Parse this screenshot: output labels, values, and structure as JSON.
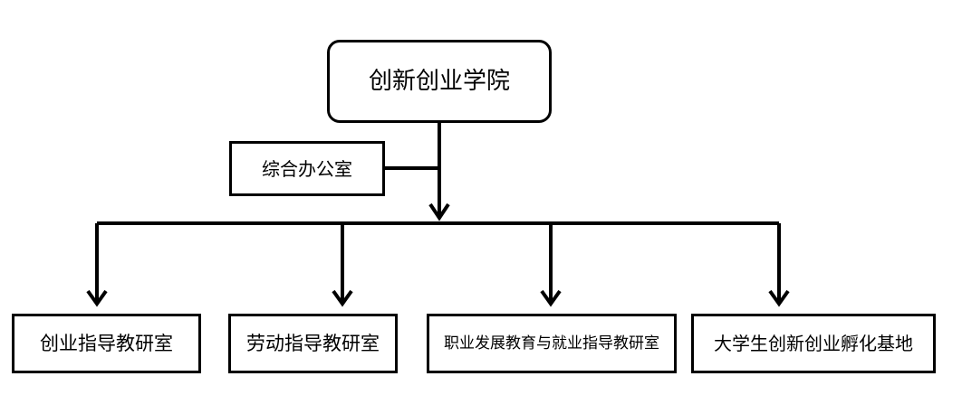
{
  "org_chart": {
    "root": "创新创业学院",
    "side_office": "综合办公室",
    "departments": [
      "创业指导教研室",
      "劳动指导教研室",
      "职业发展教育与就业指导教研室",
      "大学生创新创业孵化基地"
    ]
  }
}
